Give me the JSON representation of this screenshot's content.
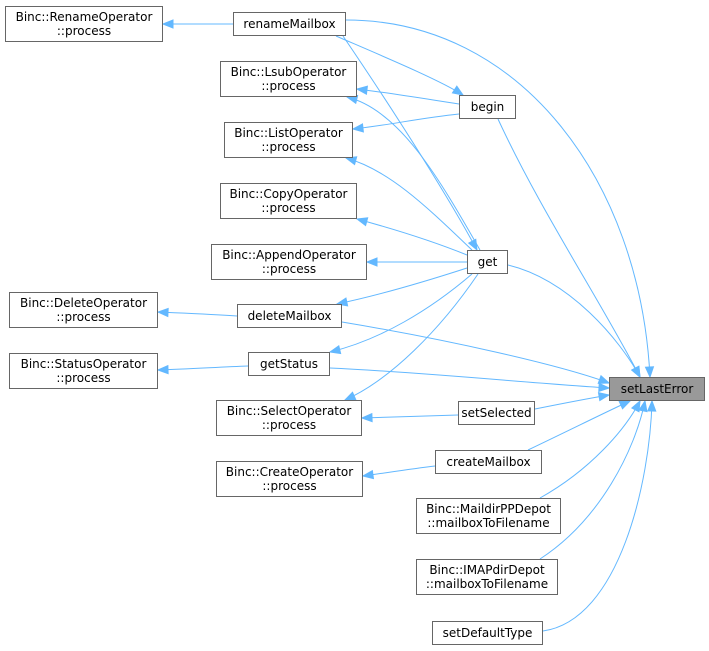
{
  "colors": {
    "edge": "#63b8ff",
    "border": "#666666",
    "focus_fill": "#999999"
  },
  "nodes": [
    {
      "id": "renameop",
      "lines": [
        "Binc::RenameOperator",
        "::process"
      ]
    },
    {
      "id": "renamemb",
      "lines": [
        "renameMailbox"
      ]
    },
    {
      "id": "lsubop",
      "lines": [
        "Binc::LsubOperator",
        "::process"
      ]
    },
    {
      "id": "begin",
      "lines": [
        "begin"
      ]
    },
    {
      "id": "listop",
      "lines": [
        "Binc::ListOperator",
        "::process"
      ]
    },
    {
      "id": "copyop",
      "lines": [
        "Binc::CopyOperator",
        "::process"
      ]
    },
    {
      "id": "appendop",
      "lines": [
        "Binc::AppendOperator",
        "::process"
      ]
    },
    {
      "id": "get",
      "lines": [
        "get"
      ]
    },
    {
      "id": "deleteop",
      "lines": [
        "Binc::DeleteOperator",
        "::process"
      ]
    },
    {
      "id": "deletemb",
      "lines": [
        "deleteMailbox"
      ]
    },
    {
      "id": "statusop",
      "lines": [
        "Binc::StatusOperator",
        "::process"
      ]
    },
    {
      "id": "getstatus",
      "lines": [
        "getStatus"
      ]
    },
    {
      "id": "setlasterr",
      "lines": [
        "setLastError"
      ],
      "focus": true
    },
    {
      "id": "selectop",
      "lines": [
        "Binc::SelectOperator",
        "::process"
      ]
    },
    {
      "id": "setselected",
      "lines": [
        "setSelected"
      ]
    },
    {
      "id": "createop",
      "lines": [
        "Binc::CreateOperator",
        "::process"
      ]
    },
    {
      "id": "createmb",
      "lines": [
        "createMailbox"
      ]
    },
    {
      "id": "maildirpp",
      "lines": [
        "Binc::MaildirPPDepot",
        "::mailboxToFilename"
      ]
    },
    {
      "id": "imapdir",
      "lines": [
        "Binc::IMAPdirDepot",
        "::mailboxToFilename"
      ]
    },
    {
      "id": "setdeftype",
      "lines": [
        "setDefaultType"
      ]
    }
  ],
  "edges": [
    [
      "renamemb",
      "renameop"
    ],
    [
      "renamemb",
      "setlasterr"
    ],
    [
      "renamemb",
      "begin"
    ],
    [
      "renamemb",
      "get"
    ],
    [
      "begin",
      "lsubop"
    ],
    [
      "begin",
      "listop"
    ],
    [
      "begin",
      "setlasterr"
    ],
    [
      "get",
      "lsubop"
    ],
    [
      "get",
      "listop"
    ],
    [
      "get",
      "copyop"
    ],
    [
      "get",
      "appendop"
    ],
    [
      "get",
      "deletemb"
    ],
    [
      "get",
      "getstatus"
    ],
    [
      "get",
      "selectop"
    ],
    [
      "get",
      "setlasterr"
    ],
    [
      "deletemb",
      "deleteop"
    ],
    [
      "deletemb",
      "setlasterr"
    ],
    [
      "getstatus",
      "statusop"
    ],
    [
      "getstatus",
      "setlasterr"
    ],
    [
      "setselected",
      "selectop"
    ],
    [
      "setselected",
      "setlasterr"
    ],
    [
      "createmb",
      "createop"
    ],
    [
      "createmb",
      "setlasterr"
    ],
    [
      "maildirpp",
      "setlasterr"
    ],
    [
      "imapdir",
      "setlasterr"
    ],
    [
      "setdeftype",
      "setlasterr"
    ]
  ]
}
